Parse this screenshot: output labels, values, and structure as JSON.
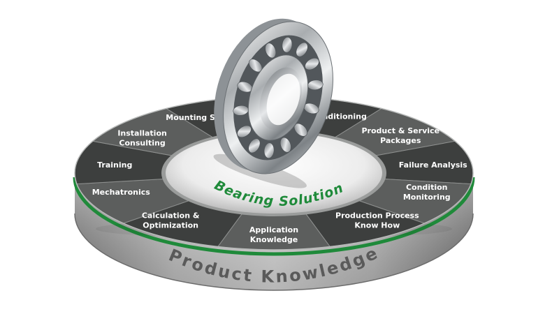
{
  "diagram": {
    "hub_label": "Bearing Solution",
    "rim_label": "Product Knowledge",
    "segments": [
      {
        "id": "reconditioning",
        "lines": [
          "Reconditioning"
        ]
      },
      {
        "id": "product-service-packages",
        "lines": [
          "Product & Service",
          "Packages"
        ]
      },
      {
        "id": "failure-analysis",
        "lines": [
          "Failure Analysis"
        ]
      },
      {
        "id": "condition-monitoring",
        "lines": [
          "Condition",
          "Monitoring"
        ]
      },
      {
        "id": "production-process-know-how",
        "lines": [
          "Production Process",
          "Know How"
        ]
      },
      {
        "id": "application-knowledge",
        "lines": [
          "Application",
          "Knowledge"
        ]
      },
      {
        "id": "calculation-optimization",
        "lines": [
          "Calculation &",
          "Optimization"
        ]
      },
      {
        "id": "mechatronics",
        "lines": [
          "Mechatronics"
        ]
      },
      {
        "id": "training",
        "lines": [
          "Training"
        ]
      },
      {
        "id": "installation-consulting",
        "lines": [
          "Installation",
          "Consulting"
        ]
      },
      {
        "id": "mounting-services",
        "lines": [
          "Mounting Services"
        ]
      }
    ],
    "colors": {
      "segment_dark": "#3d3f3e",
      "segment_light": "#5c5e5d",
      "accent_green": "#1f8a3a",
      "rim_silver": "#c9c9c9",
      "hub_white": "#f2f2f2"
    },
    "icon": "bearing-icon"
  }
}
